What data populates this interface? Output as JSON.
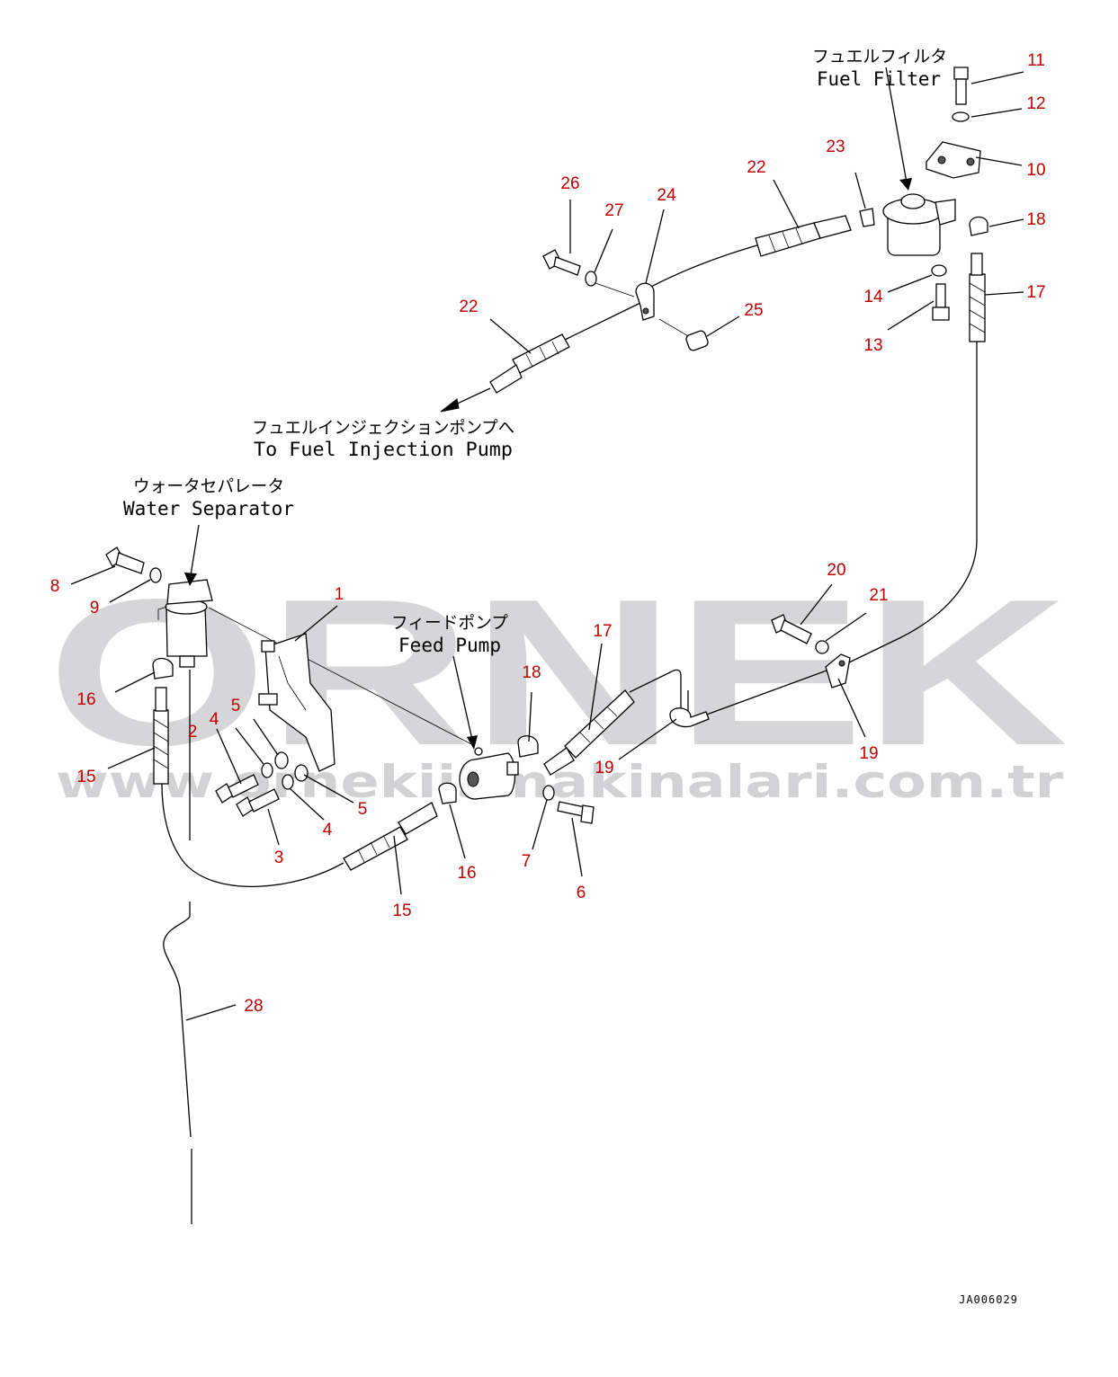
{
  "watermark": {
    "brand": "ORNEK",
    "url": "www.ornekiismakinalari.com.tr"
  },
  "captions": {
    "fuel_filter_jp": "フュエルフィルタ",
    "fuel_filter_en": "Fuel Filter",
    "injection_pump_jp": "フュエルインジェクションポンプへ",
    "injection_pump_en": "To Fuel Injection Pump",
    "water_separator_jp": "ウォータセパレータ",
    "water_separator_en": "Water Separator",
    "feed_pump_jp": "フィードポンプ",
    "feed_pump_en": "Feed Pump"
  },
  "callouts": {
    "c1": "1",
    "c2": "2",
    "c3": "3",
    "c4a": "4",
    "c4b": "4",
    "c5a": "5",
    "c5b": "5",
    "c6": "6",
    "c7": "7",
    "c8": "8",
    "c9": "9",
    "c10": "10",
    "c11": "11",
    "c12": "12",
    "c13": "13",
    "c14": "14",
    "c15a": "15",
    "c15b": "15",
    "c16a": "16",
    "c16b": "16",
    "c17a": "17",
    "c17b": "17",
    "c18a": "18",
    "c18b": "18",
    "c19a": "19",
    "c19b": "19",
    "c20": "20",
    "c21": "21",
    "c22a": "22",
    "c22b": "22",
    "c23": "23",
    "c24": "24",
    "c25": "25",
    "c26": "26",
    "c27": "27",
    "c28": "28"
  },
  "drawing_code": "JA006029",
  "colors": {
    "callout": "#c00000",
    "watermark": "#d6d6d8",
    "line": "#000000"
  }
}
